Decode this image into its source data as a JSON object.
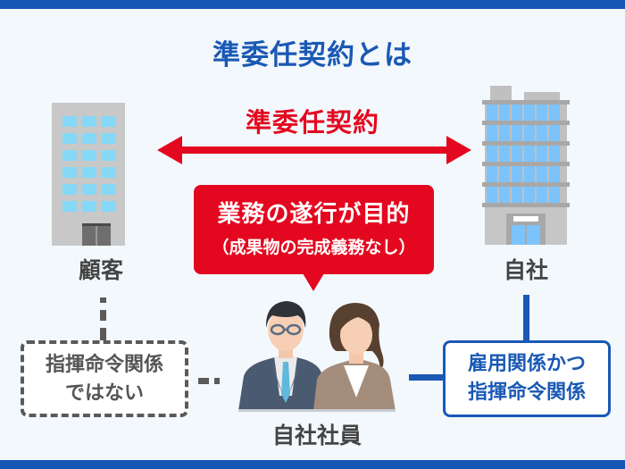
{
  "title": "準委任契約とは",
  "contract": {
    "label": "準委任契約",
    "arrow_color": "#e3081f"
  },
  "entities": {
    "client": {
      "label": "顧客",
      "icon": "office-building-icon"
    },
    "company": {
      "label": "自社",
      "icon": "office-building-icon"
    },
    "employees": {
      "label": "自社社員",
      "icon": "business-people-icon"
    }
  },
  "bubble": {
    "line1": "業務の遂行が目的",
    "line2": "（成果物の完成義務なし）",
    "color": "#e3081f"
  },
  "relations": {
    "client_employee": {
      "line1": "指揮命令関係",
      "line2": "ではない",
      "style": "dashed"
    },
    "company_employee": {
      "line1": "雇用関係かつ",
      "line2": "指揮命令関係",
      "style": "solid"
    }
  },
  "colors": {
    "brand_blue": "#1557b5",
    "accent_red": "#e3081f",
    "text_dark": "#444444",
    "background": "#f3f8fd"
  }
}
